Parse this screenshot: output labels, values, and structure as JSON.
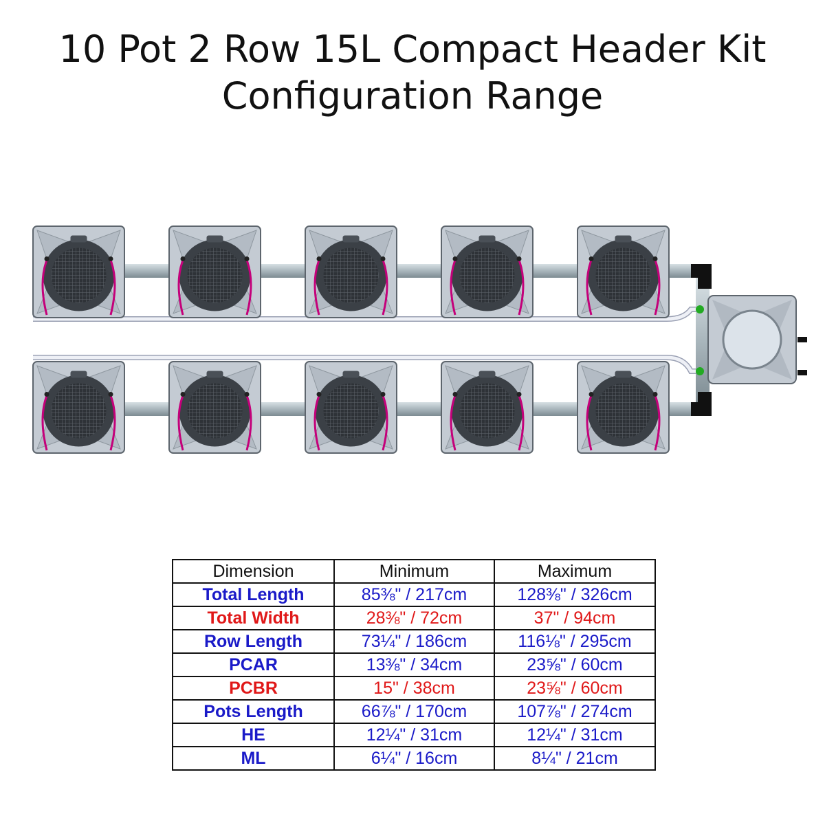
{
  "title": {
    "line1": "10 Pot 2 Row 15L Compact Header Kit",
    "line2": "Configuration Range"
  },
  "diagram": {
    "rows": 2,
    "pots_per_row": 5,
    "colors": {
      "pot_body": "#c4cbd3",
      "pot_dark": "#3b4046",
      "pipe": "#a9b6bc",
      "hose": "#d8dbe8",
      "link_tube": "#c4007a",
      "elbow": "#111111",
      "valve": "#22aa22"
    }
  },
  "table": {
    "headers": [
      "Dimension",
      "Minimum",
      "Maximum"
    ],
    "rows": [
      {
        "dimension": "Total Length",
        "minimum": "85⅜\" / 217cm",
        "maximum": "128⅜\" / 326cm",
        "color": "blue"
      },
      {
        "dimension": "Total Width",
        "minimum": "28⅜\" / 72cm",
        "maximum": "37\" / 94cm",
        "color": "red"
      },
      {
        "dimension": "Row Length",
        "minimum": "73¼\" / 186cm",
        "maximum": "116⅛\" / 295cm",
        "color": "blue"
      },
      {
        "dimension": "PCAR",
        "minimum": "13⅜\" / 34cm",
        "maximum": "23⅝\" / 60cm",
        "color": "blue"
      },
      {
        "dimension": "PCBR",
        "minimum": "15\" / 38cm",
        "maximum": "23⅝\" / 60cm",
        "color": "red"
      },
      {
        "dimension": "Pots Length",
        "minimum": "66⅞\" / 170cm",
        "maximum": "107⅞\" / 274cm",
        "color": "blue"
      },
      {
        "dimension": "HE",
        "minimum": "12¼\" / 31cm",
        "maximum": "12¼\" / 31cm",
        "color": "blue"
      },
      {
        "dimension": "ML",
        "minimum": "6¼\" / 16cm",
        "maximum": "8¼\" / 21cm",
        "color": "blue"
      }
    ]
  }
}
